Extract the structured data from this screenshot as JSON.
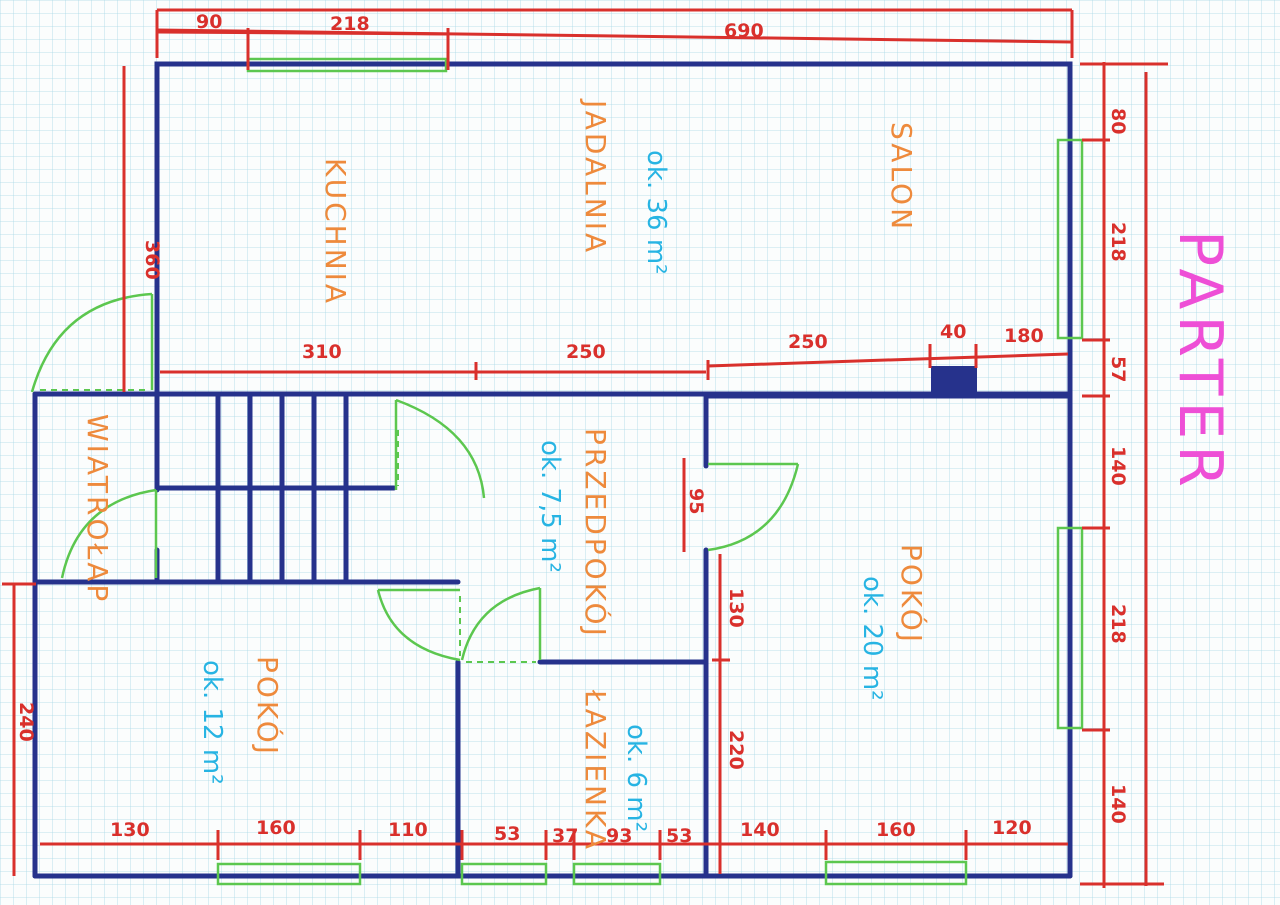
{
  "floor_title": "PARTER",
  "rooms": {
    "kuchnia": "KUCHNIA",
    "jadalnia": "JADALNIA",
    "salon": "SALON",
    "jadalnia_area": "ok. 36 m²",
    "wiatrolap": "WIATROŁAP",
    "przedpokoj": "PRZEDPOKÓJ",
    "przedpokoj_area": "ok. 7,5 m²",
    "pokoj_left": "POKÓJ",
    "pokoj_left_area": "ok. 12 m²",
    "lazienka": "ŁAZIENKA",
    "lazienka_area": "ok. 6 m²",
    "pokoj_right": "POKÓJ",
    "pokoj_right_area": "ok. 20 m²"
  },
  "dimensions": {
    "top_90": "90",
    "top_218": "218",
    "top_690": "690",
    "left_360": "360",
    "mid_310": "310",
    "mid_250a": "250",
    "mid_250b": "250",
    "mid_40": "40",
    "mid_180": "180",
    "right_80": "80",
    "right_218a": "218",
    "right_57": "57",
    "right_140a": "140",
    "right_218b": "218",
    "right_140b": "140",
    "inner_95": "95",
    "inner_130": "130",
    "inner_220": "220",
    "left_240": "240",
    "bot_130": "130",
    "bot_160a": "160",
    "bot_110": "110",
    "bot_53a": "53",
    "bot_37": "37",
    "bot_93": "93",
    "bot_53b": "53",
    "bot_140": "140",
    "bot_160b": "160",
    "bot_120": "120"
  },
  "colors": {
    "walls": "#26328c",
    "dimensions": "#d9302c",
    "windows_doors": "#5cc74f",
    "room_names": "#ee8a3c",
    "areas": "#27b4e3",
    "title": "#ee4fd6",
    "grid": "#9fd3e3"
  }
}
